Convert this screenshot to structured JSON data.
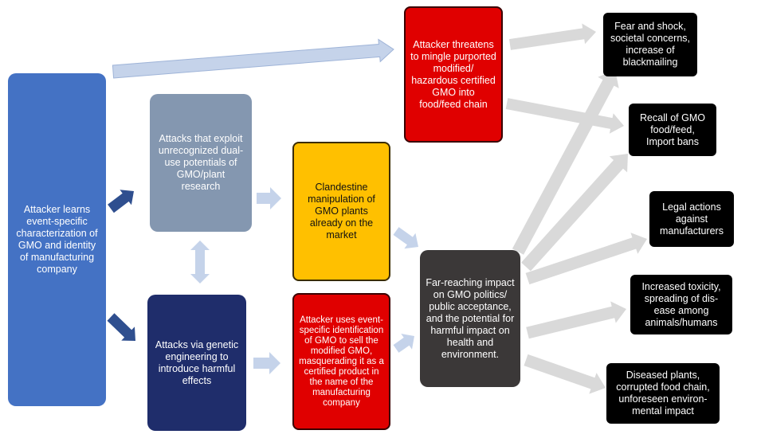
{
  "boxes": {
    "attacker_learns": "Attacker learns event-specific characterization of GMO and identity of manufacturing company",
    "dual_use": "Attacks that exploit unrecognized dual-use potentials of GMO/plant research",
    "genetic_engineering": "Attacks via genetic engineering to introduce harmful effects",
    "threatens": "Attacker threatens to mingle purported modified/ hazardous certified GMO into food/feed chain",
    "clandestine": "Clandestine manipulation of GMO plants already on the market",
    "masquerading": "Attacker uses event-specific identification of GMO to sell the modified GMO, masquerading it as a certified product in the name of the manufacturing company",
    "impact": "Far-reaching impact on GMO politics/ public acceptance, and the potential for harmful impact on health and environment.",
    "fear": "Fear and shock, societal concerns, increase of blackmailing",
    "recall": "Recall of GMO food/feed, Import bans",
    "legal": "Legal actions against manufacturers",
    "toxicity": "Increased toxicity, spreading of dis-ease among animals/humans",
    "diseased": "Diseased plants, corrupted food chain, unforeseen environ-mental impact"
  },
  "colors": {
    "blue": "#4472c4",
    "grey_blue": "#8497b0",
    "navy": "#1f2d6b",
    "yellow": "#ffc000",
    "red": "#e00000",
    "dark_grey": "#3b3838",
    "black": "#000000",
    "arrow_light": "#d9d9d9",
    "arrow_blue_light": "#c5d3ea",
    "arrow_dark": "#2f4f8f"
  }
}
